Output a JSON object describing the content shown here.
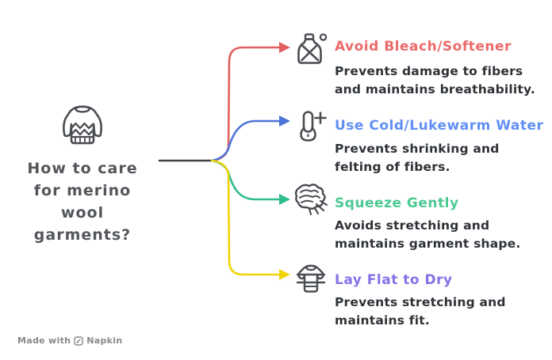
{
  "background": "#ffffff",
  "center": {
    "title_lines": [
      "How to care",
      "for merino",
      "wool",
      "garments?"
    ],
    "color": "#53565b",
    "icon": "sweater-icon"
  },
  "trunk_color": "#3f4247",
  "ink_color": "#4a4d52",
  "desc_color": "#2e3237",
  "branches": [
    {
      "label": "Avoid Bleach/Softener",
      "desc": [
        "Prevents damage to fibers",
        "and maintains breathability."
      ],
      "label_color": "#ed6a6a",
      "line_color": "#e25f5f",
      "icon": "no-bleach-bottle-icon"
    },
    {
      "label": "Use Cold/Lukewarm Water",
      "desc": [
        "Prevents shrinking and",
        "felting of fibers."
      ],
      "label_color": "#6190f2",
      "line_color": "#4d74d8",
      "icon": "thermometer-plus-icon"
    },
    {
      "label": "Squeeze Gently",
      "desc": [
        "Avoids stretching and",
        "maintains garment shape."
      ],
      "label_color": "#4cc993",
      "line_color": "#2ebd88",
      "icon": "hand-squeeze-icon"
    },
    {
      "label": "Lay Flat to Dry",
      "desc": [
        "Prevents stretching and",
        "maintains fit."
      ],
      "label_color": "#8373e8",
      "line_color": "#f0d40a",
      "icon": "flat-dry-rack-icon"
    }
  ],
  "watermark": {
    "prefix": "Made with",
    "brand": "Napkin",
    "color": "#85888c"
  }
}
